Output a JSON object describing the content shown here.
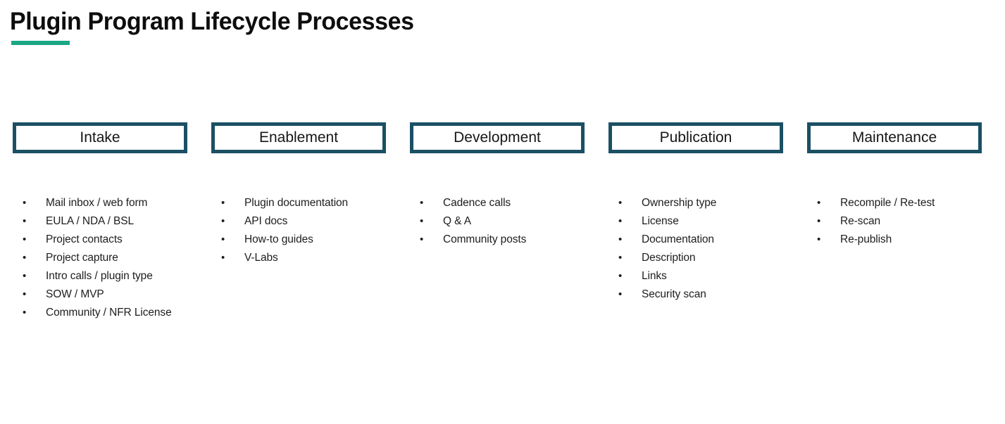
{
  "slide": {
    "title": "Plugin Program Lifecycle Processes",
    "accent_color": "#1aa884",
    "box_border_color": "#1b5064",
    "text_color": "#1d1d1d",
    "background_color": "#ffffff",
    "bullet_glyph": "•"
  },
  "columns": [
    {
      "phase": "Intake",
      "items": [
        "Mail inbox / web form",
        "EULA / NDA / BSL",
        "Project contacts",
        "Project capture",
        "Intro calls / plugin type",
        "SOW / MVP",
        "Community / NFR License"
      ]
    },
    {
      "phase": "Enablement",
      "items": [
        "Plugin documentation",
        "API docs",
        "How-to guides",
        "V-Labs"
      ]
    },
    {
      "phase": "Development",
      "items": [
        "Cadence calls",
        "Q & A",
        "Community posts"
      ]
    },
    {
      "phase": "Publication",
      "items": [
        "Ownership type",
        "License",
        "Documentation",
        "Description",
        "Links",
        "Security scan"
      ]
    },
    {
      "phase": "Maintenance",
      "items": [
        "Recompile / Re-test",
        "Re-scan",
        "Re-publish"
      ]
    }
  ]
}
